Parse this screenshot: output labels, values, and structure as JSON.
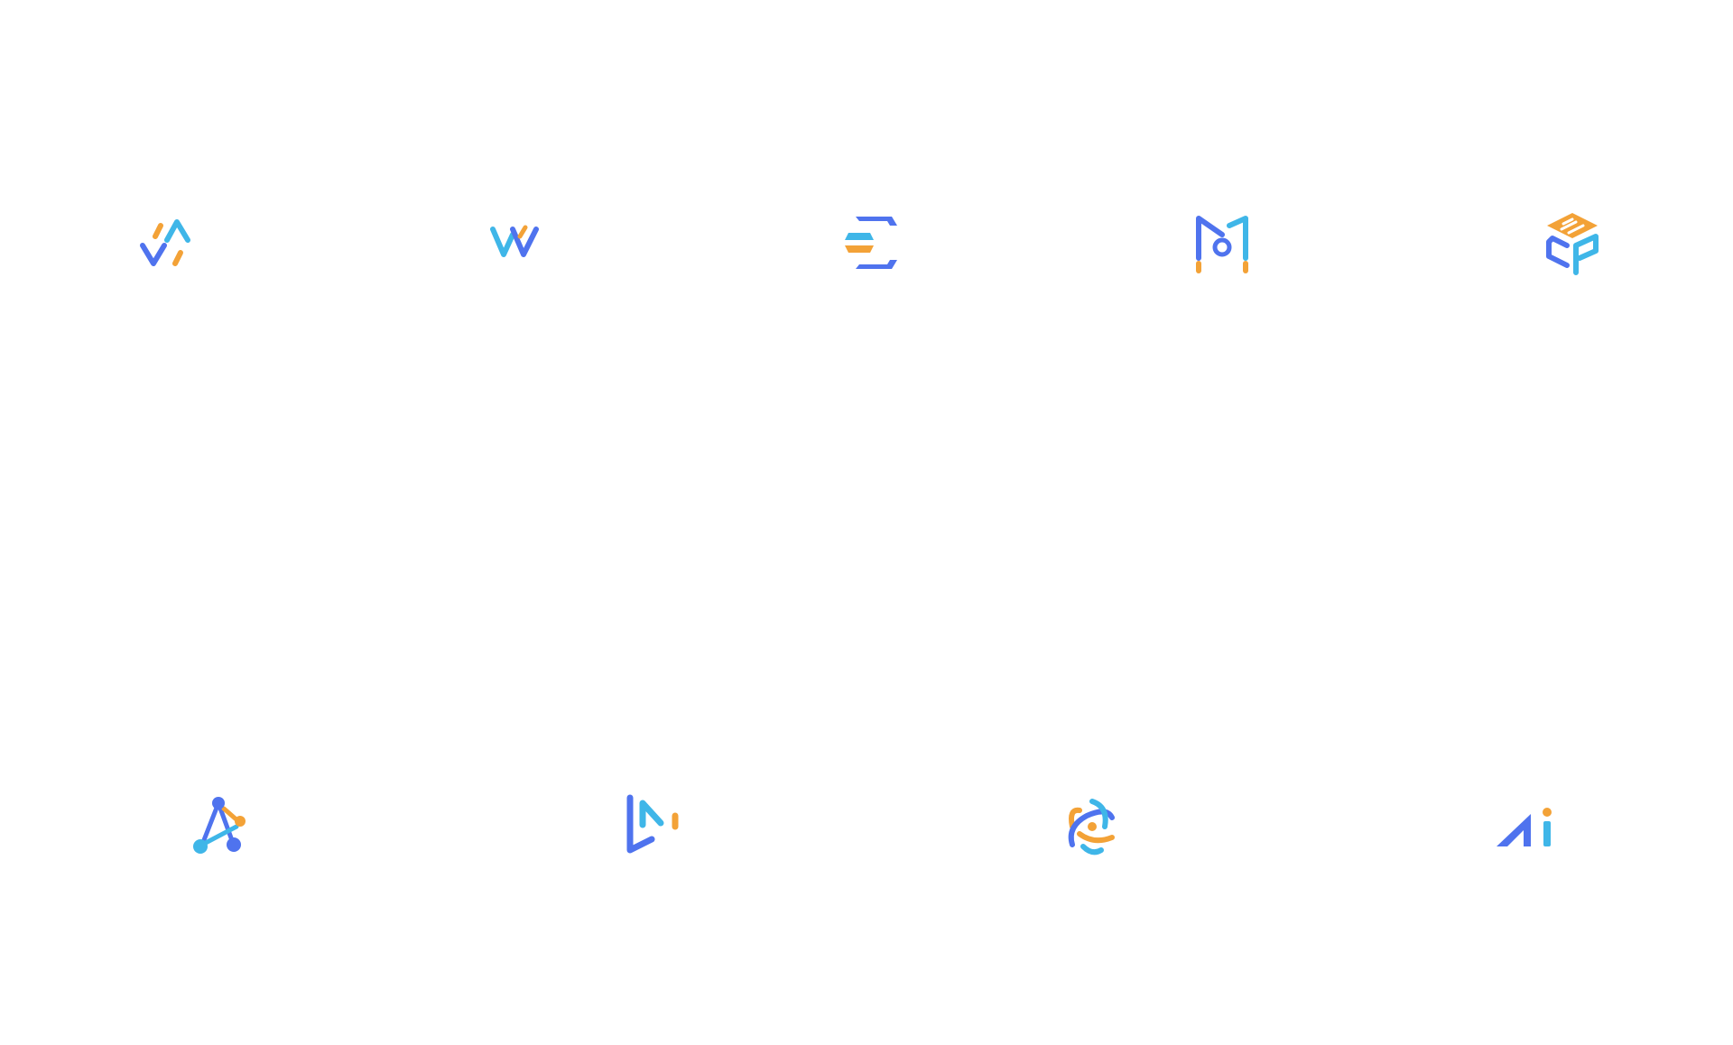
{
  "palette": {
    "blue": "#4f73ee",
    "sky": "#3fb6e8",
    "orange": "#f3a237",
    "background": "#ffffff"
  },
  "logos": [
    {
      "name": "zigzag-a-v-logo",
      "icon": "zigzag-wave-icon"
    },
    {
      "name": "w-monogram-logo",
      "icon": "letter-w-icon"
    },
    {
      "name": "e-monogram-logo",
      "icon": "letter-e-icon"
    },
    {
      "name": "m-monogram-logo",
      "icon": "letter-m-drop-icon"
    },
    {
      "name": "mcp-cube-logo",
      "icon": "isometric-cube-icon"
    },
    {
      "name": "a-network-logo",
      "icon": "node-graph-icon"
    },
    {
      "name": "play-wave-logo",
      "icon": "play-bars-icon"
    },
    {
      "name": "atom-orbit-logo",
      "icon": "orbit-atom-icon"
    },
    {
      "name": "ai-monogram-logo",
      "icon": "letters-ai-icon"
    }
  ]
}
